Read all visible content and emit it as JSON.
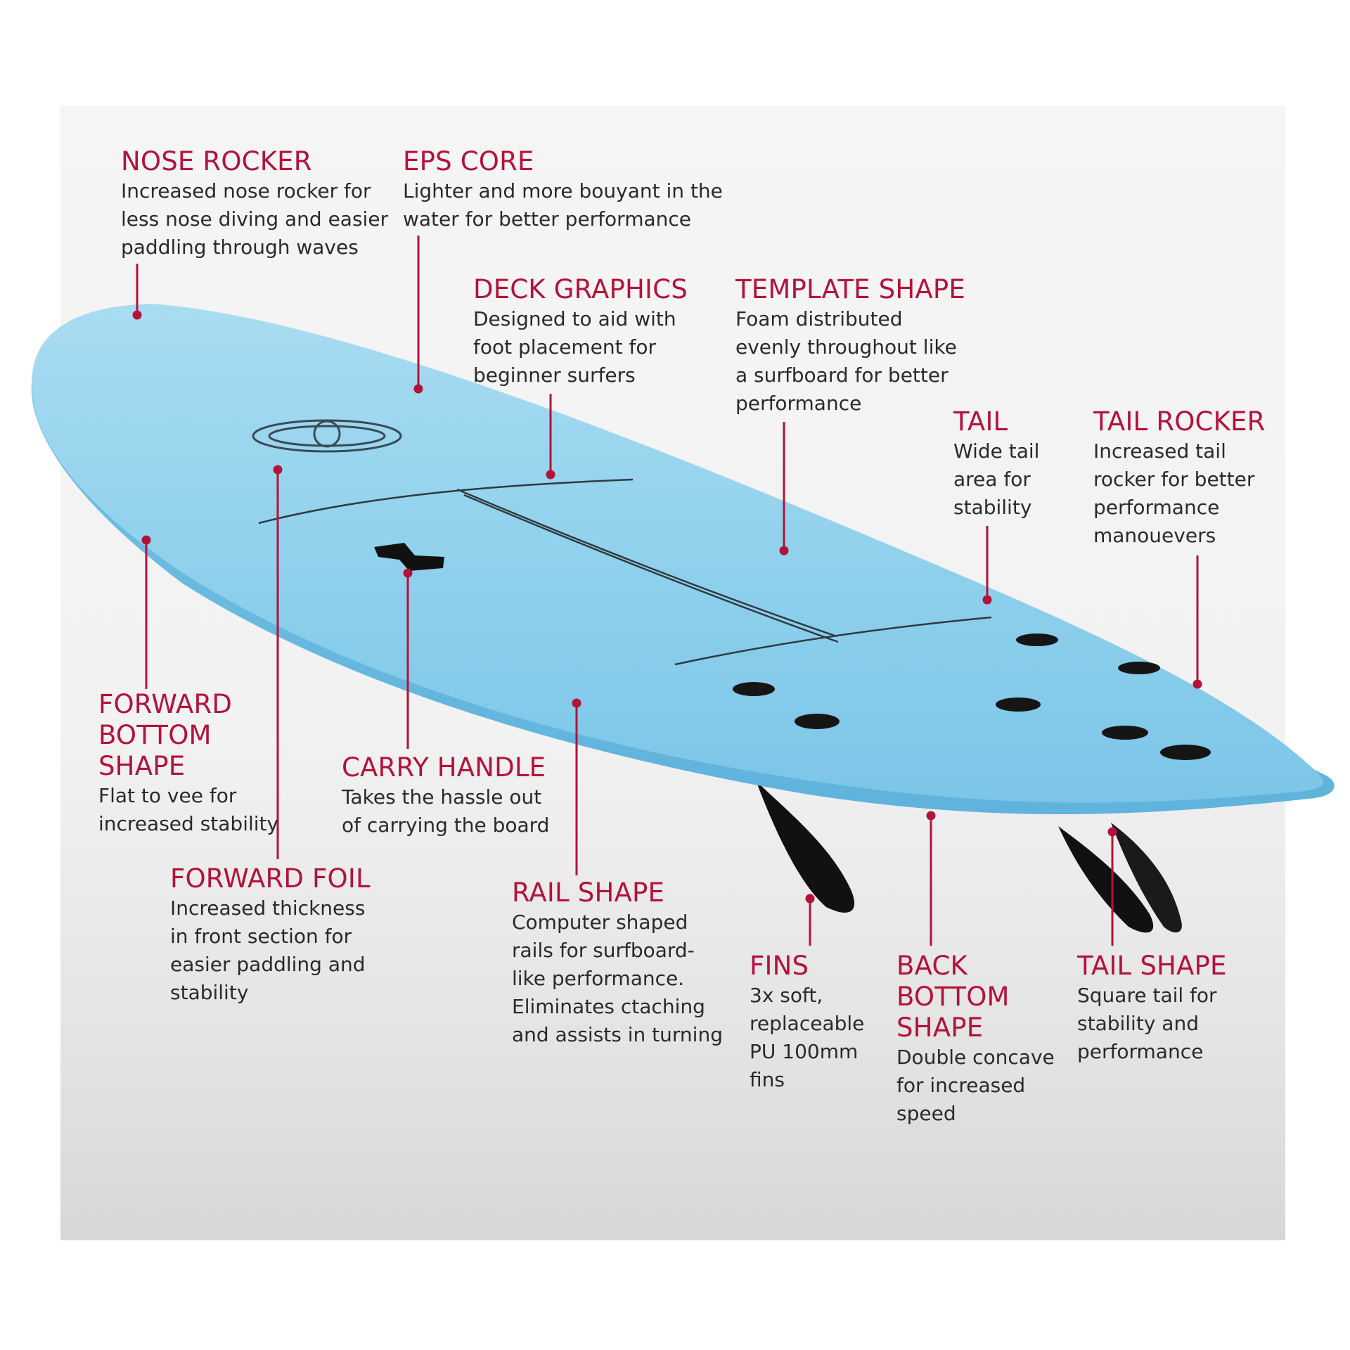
{
  "colors": {
    "accent": "#b3123a",
    "board": "#8ed0ec",
    "board_rail": "#6fbde2",
    "fins": "#111111",
    "background_panel": "#f2f2f2"
  },
  "callouts": {
    "nose_rocker": {
      "title": "NOSE ROCKER",
      "desc": "Increased nose rocker for\nless nose diving and easier\npaddling through waves"
    },
    "eps_core": {
      "title": "EPS CORE",
      "desc": "Lighter and more bouyant in the\nwater for better performance"
    },
    "deck_graphics": {
      "title": "DECK GRAPHICS",
      "desc": "Designed to aid with\nfoot placement for\nbeginner surfers"
    },
    "template_shape": {
      "title": "TEMPLATE SHAPE",
      "desc": "Foam distributed\nevenly throughout like\na surfboard for better\nperformance"
    },
    "tail": {
      "title": "TAIL",
      "desc": "Wide tail\narea for\nstability"
    },
    "tail_rocker": {
      "title": "TAIL ROCKER",
      "desc": "Increased tail\nrocker for better\nperformance\nmanouevers"
    },
    "forward_bottom_shape": {
      "title": "FORWARD\nBOTTOM\nSHAPE",
      "desc": "Flat to vee for\nincreased stability"
    },
    "carry_handle": {
      "title": "CARRY HANDLE",
      "desc": "Takes the hassle out\nof carrying the board"
    },
    "forward_foil": {
      "title": "FORWARD FOIL",
      "desc": "Increased thickness\nin front section for\neasier paddling and\nstability"
    },
    "rail_shape": {
      "title": "RAIL SHAPE",
      "desc": "Computer shaped\nrails for surfboard-\nlike performance.\nEliminates ctaching\nand assists in turning"
    },
    "fins": {
      "title": "FINS",
      "desc": "3x soft,\nreplaceable\nPU 100mm\nfins"
    },
    "back_bottom_shape": {
      "title": "BACK\nBOTTOM\nSHAPE",
      "desc": "Double concave\nfor increased\nspeed"
    },
    "tail_shape": {
      "title": "TAIL SHAPE",
      "desc": "Square tail for\nstability and\nperformance"
    }
  }
}
